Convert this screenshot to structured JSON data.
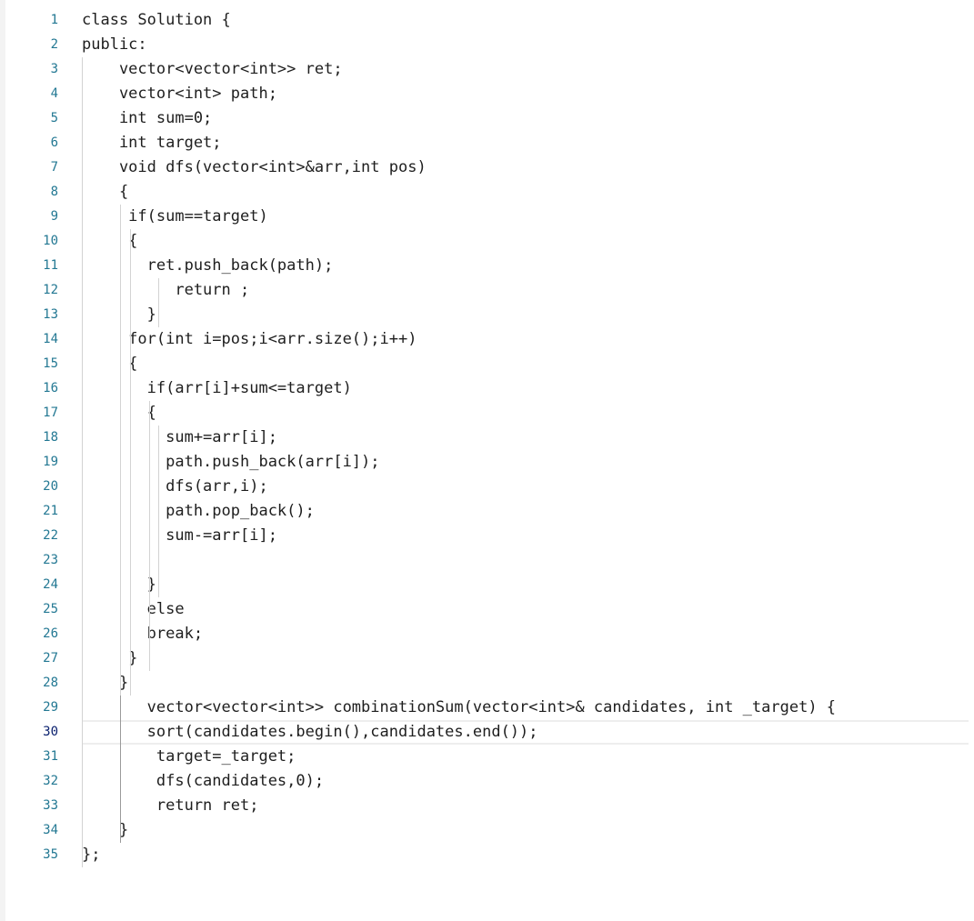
{
  "editor": {
    "active_line": 30,
    "lines": [
      {
        "num": "1",
        "text": "class Solution {"
      },
      {
        "num": "2",
        "text": "public:"
      },
      {
        "num": "3",
        "text": "    vector<vector<int>> ret;"
      },
      {
        "num": "4",
        "text": "    vector<int> path;"
      },
      {
        "num": "5",
        "text": "    int sum=0;"
      },
      {
        "num": "6",
        "text": "    int target;"
      },
      {
        "num": "7",
        "text": "    void dfs(vector<int>&arr,int pos)"
      },
      {
        "num": "8",
        "text": "    {"
      },
      {
        "num": "9",
        "text": "     if(sum==target)"
      },
      {
        "num": "10",
        "text": "     {"
      },
      {
        "num": "11",
        "text": "       ret.push_back(path);"
      },
      {
        "num": "12",
        "text": "          return ;"
      },
      {
        "num": "13",
        "text": "       }"
      },
      {
        "num": "14",
        "text": "     for(int i=pos;i<arr.size();i++)"
      },
      {
        "num": "15",
        "text": "     {"
      },
      {
        "num": "16",
        "text": "       if(arr[i]+sum<=target)"
      },
      {
        "num": "17",
        "text": "       {"
      },
      {
        "num": "18",
        "text": "         sum+=arr[i];"
      },
      {
        "num": "19",
        "text": "         path.push_back(arr[i]);"
      },
      {
        "num": "20",
        "text": "         dfs(arr,i);"
      },
      {
        "num": "21",
        "text": "         path.pop_back();"
      },
      {
        "num": "22",
        "text": "         sum-=arr[i];"
      },
      {
        "num": "23",
        "text": ""
      },
      {
        "num": "24",
        "text": "       }"
      },
      {
        "num": "25",
        "text": "       else"
      },
      {
        "num": "26",
        "text": "       break;"
      },
      {
        "num": "27",
        "text": "     }"
      },
      {
        "num": "28",
        "text": "    }"
      },
      {
        "num": "29",
        "text": "       vector<vector<int>> combinationSum(vector<int>& candidates, int _target) {"
      },
      {
        "num": "30",
        "text": "       sort(candidates.begin(),candidates.end());"
      },
      {
        "num": "31",
        "text": "        target=_target;"
      },
      {
        "num": "32",
        "text": "        dfs(candidates,0);"
      },
      {
        "num": "33",
        "text": "        return ret;"
      },
      {
        "num": "34",
        "text": "    }"
      },
      {
        "num": "35",
        "text": "};"
      }
    ]
  },
  "colors": {
    "line_number": "#237893",
    "line_number_active": "#0b216f",
    "text": "#1e1e1e",
    "indent_guide": "#d3d3d3",
    "indent_guide_active": "#9a9a9a"
  }
}
